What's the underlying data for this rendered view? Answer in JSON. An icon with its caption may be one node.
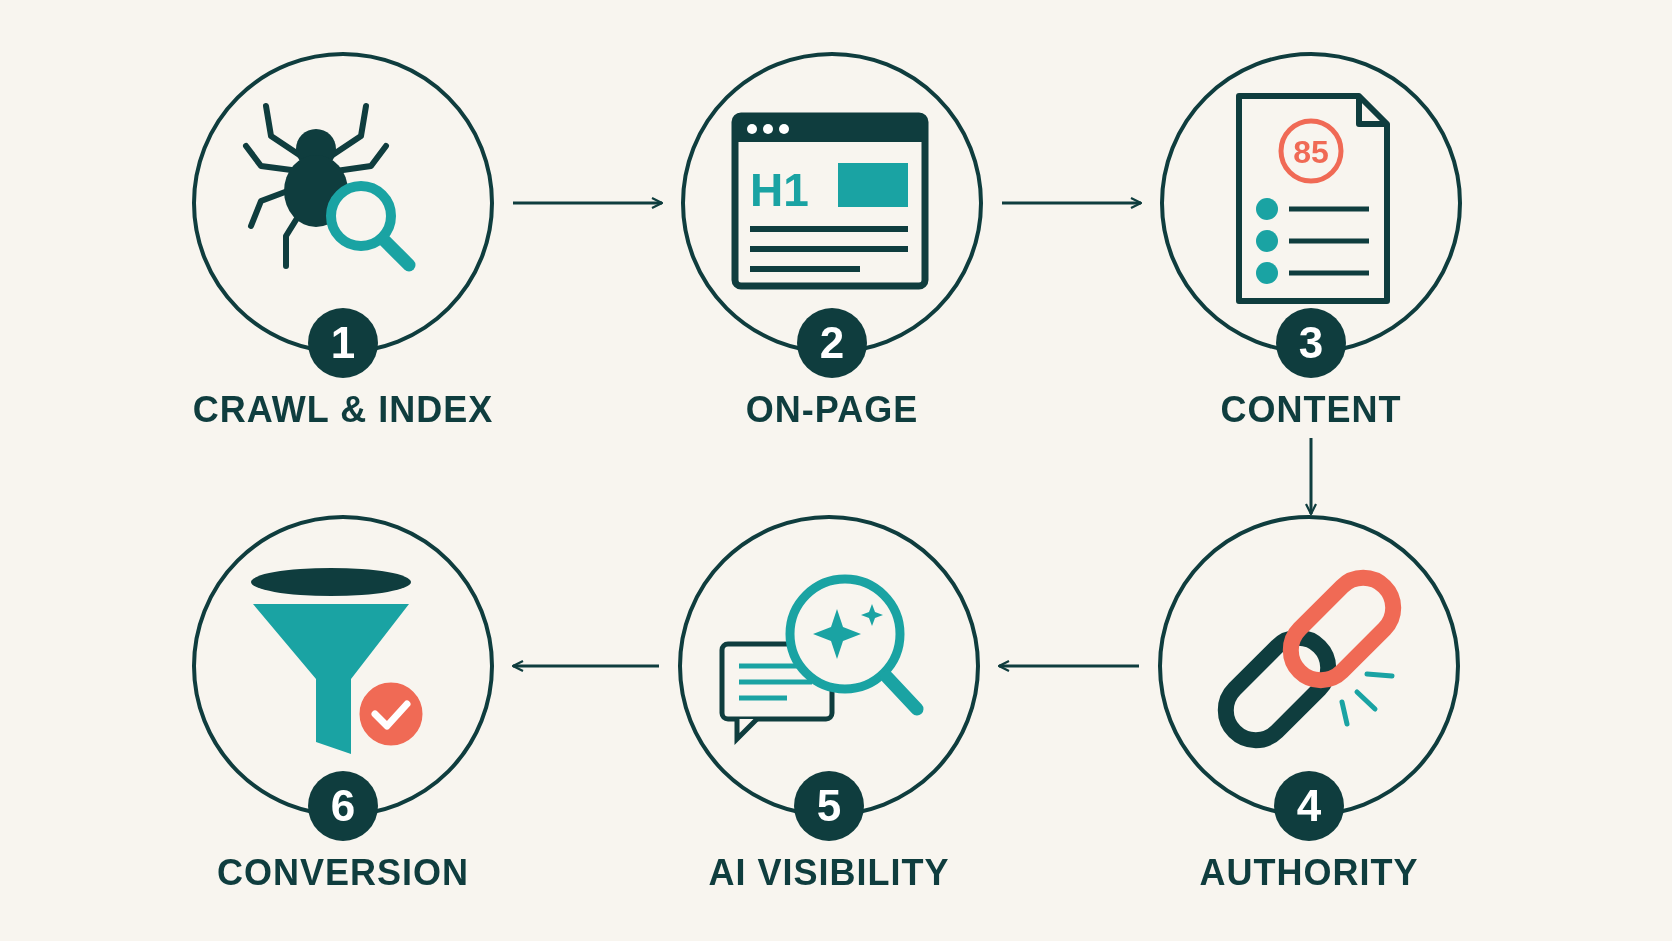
{
  "diagram": {
    "nodes": [
      {
        "text": [
          "1",
          "CRAWL & INDEX"
        ]
      },
      {
        "text": [
          "2",
          "ON-PAGE"
        ]
      },
      {
        "text": [
          "3",
          "CONTENT"
        ]
      },
      {
        "text": [
          "6",
          "CONVERSION"
        ]
      },
      {
        "text": [
          "5",
          "AI VISIBILITY"
        ]
      },
      {
        "text": [
          "4",
          "AUTHORITY"
        ]
      }
    ],
    "edges": [
      {
        "from": 0,
        "to": 1,
        "arrow": "to"
      },
      {
        "from": 1,
        "to": 2,
        "arrow": "to"
      },
      {
        "from": 2,
        "to": 5,
        "arrow": "to"
      },
      {
        "from": 5,
        "to": 4,
        "arrow": "to"
      },
      {
        "from": 4,
        "to": 3,
        "arrow": "to"
      }
    ],
    "labels": [
      "H1",
      "85"
    ]
  }
}
